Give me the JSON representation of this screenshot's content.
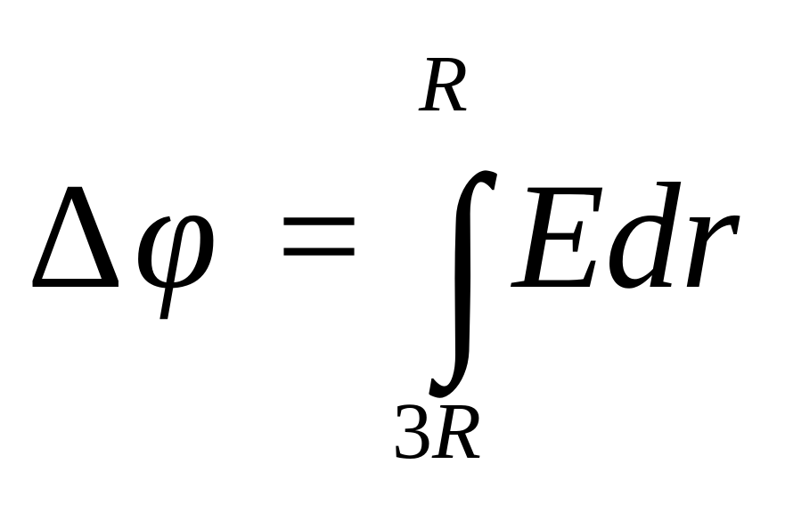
{
  "formula": {
    "delta": "Δ",
    "phi": "φ",
    "equals": "=",
    "integral": "∫",
    "upper_limit": "R",
    "lower_limit_coefficient": "3",
    "lower_limit_symbol": "R",
    "integrand": "Edr"
  }
}
